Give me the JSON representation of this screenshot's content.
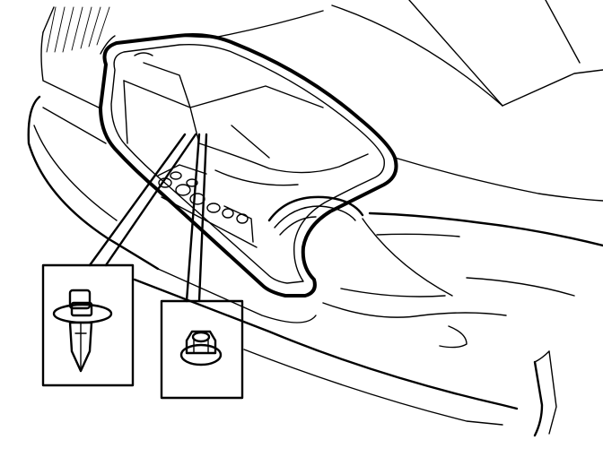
{
  "diagram": {
    "subject": "vehicle-rear-trunk-open",
    "callouts": [
      {
        "id": "push-pin-retainer",
        "icon": "push-pin-retainer-icon"
      },
      {
        "id": "flange-nut",
        "icon": "flange-nut-icon"
      }
    ],
    "colors": {
      "line": "#000000",
      "background": "#ffffff"
    }
  }
}
